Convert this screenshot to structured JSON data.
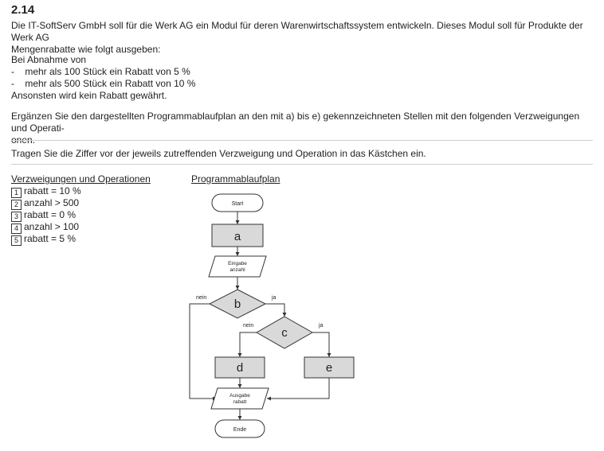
{
  "task": {
    "number": "2.14",
    "intro": [
      "Die IT-SoftServ GmbH soll für die Werk AG ein Modul für deren Warenwirtschaftssystem entwickeln. Dieses Modul soll für Produkte der Werk AG",
      "Mengenrabatte wie folgt ausgeben:"
    ],
    "conditions": [
      "Bei Abnahme von",
      "-    mehr als 100 Stück ein Rabatt von 5 %",
      "-    mehr als 500 Stück ein Rabatt von 10 %",
      "Ansonsten wird kein Rabatt gewährt."
    ],
    "instruction1": [
      "Ergänzen Sie den dargestellten Programmablaufplan an den mit a) bis e) gekennzeichneten Stellen mit den folgenden Verzweigungen und Operati-",
      "onen."
    ],
    "instruction2": "Tragen Sie die Ziffer vor der jeweils zutreffenden Verzweigung und Operation in das Kästchen ein."
  },
  "operations": {
    "header": "Verzweigungen und Operationen",
    "items": [
      {
        "num": "1",
        "text": "rabatt = 10 %"
      },
      {
        "num": "2",
        "text": "anzahl > 500"
      },
      {
        "num": "3",
        "text": "rabatt = 0 %"
      },
      {
        "num": "4",
        "text": "anzahl > 100"
      },
      {
        "num": "5",
        "text": "rabatt = 5 %"
      }
    ]
  },
  "flowchart": {
    "header": "Programmablaufplan",
    "start": "Start",
    "a": "a",
    "input_line1": "Eingabe",
    "input_line2": "anzahl",
    "b": "b",
    "c": "c",
    "d": "d",
    "e": "e",
    "output_line1": "Ausgabe",
    "output_line2": "rabatt",
    "end": "Ende",
    "no_label": "nein",
    "yes_label": "ja",
    "colors": {
      "fill": "#d9d9d9",
      "stroke": "#333333"
    }
  }
}
